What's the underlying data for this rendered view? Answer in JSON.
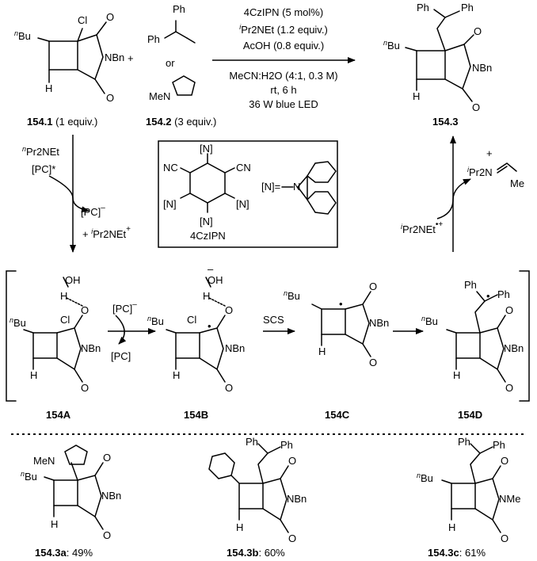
{
  "conditions": {
    "line1": "4CzIPN (5 mol%)",
    "line2_sup": "i",
    "line2": "Pr2NEt (1.2 equiv.)",
    "line3": "AcOH (0.8 equiv.)",
    "line4": "MeCN:H2O (4:1, 0.3 M)",
    "line5": "rt, 6 h",
    "line6": "36 W blue LED"
  },
  "plus": "+",
  "or": "or",
  "compounds": {
    "c1541": {
      "id": "154.1",
      "note": " (1 equiv.)"
    },
    "c1542": {
      "id": "154.2",
      "note": " (3 equiv.)"
    },
    "c1543": {
      "id": "154.3"
    },
    "cA": {
      "id": "154A"
    },
    "cB": {
      "id": "154B"
    },
    "cC": {
      "id": "154C"
    },
    "cD": {
      "id": "154D"
    },
    "p3a": {
      "id": "154.3a",
      "yield": ": 49%"
    },
    "p3b": {
      "id": "154.3b",
      "yield": ": 60%"
    },
    "p3c": {
      "id": "154.3c",
      "yield": ": 61%"
    }
  },
  "atoms": {
    "nbu": "Bu",
    "n_sup": "n",
    "cl": "Cl",
    "h": "H",
    "o": "O",
    "nbn": "NBn",
    "nme": "NMe",
    "ph": "Ph",
    "men": "MeN",
    "oh": "OH",
    "minus": "–",
    "radical": "•"
  },
  "cycle": {
    "pr2net": "Pr2NEt",
    "pc_star": "[PC]*",
    "pc_rad": "[PC]",
    "pc": "[PC]",
    "pr2net_rad": "Pr2NEt",
    "iminium_pr2n": "Pr2N",
    "me": "Me",
    "scs": "SCS"
  },
  "catalyst_box": {
    "nc_left": "NC",
    "cn_right": "CN",
    "n_label": "[N]",
    "n_def": "[N]=",
    "name": "4CzIPN"
  }
}
